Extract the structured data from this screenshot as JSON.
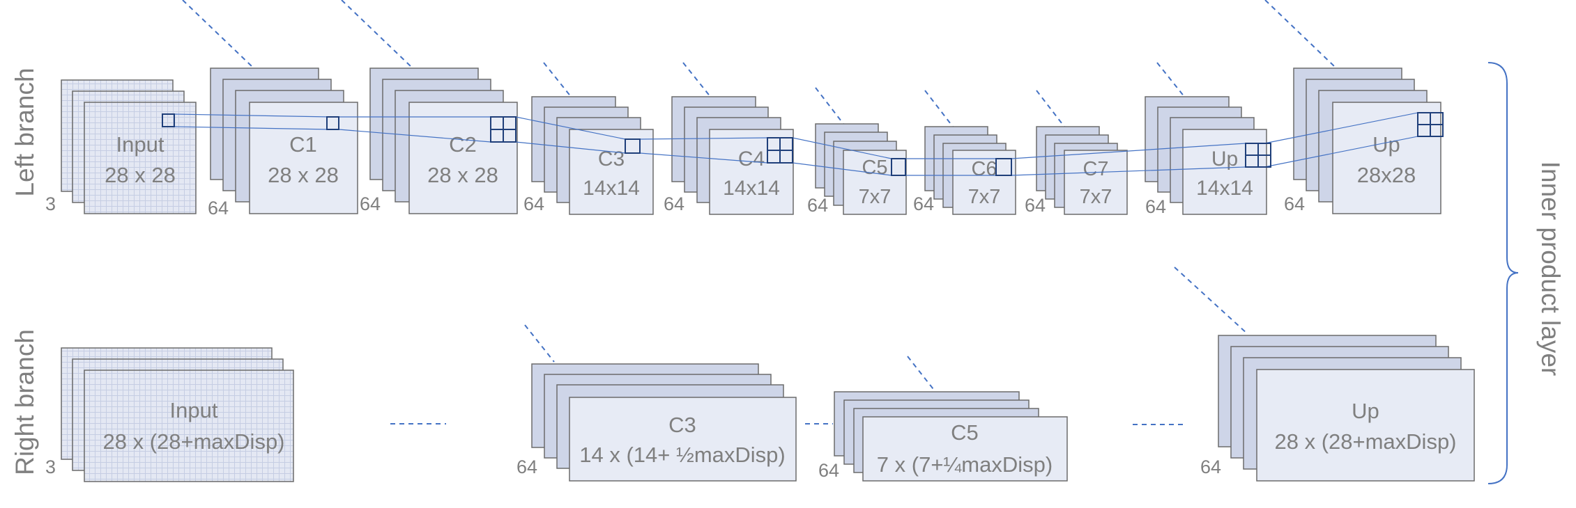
{
  "side_labels": {
    "left_branch": "Left branch",
    "right_branch": "Right branch",
    "inner_product": "Inner product layer"
  },
  "left_branch": {
    "blocks": [
      {
        "id": "input",
        "name": "Input",
        "size": "28 x 28",
        "channels": "3"
      },
      {
        "id": "c1",
        "name": "C1",
        "size": "28 x 28",
        "channels": "64"
      },
      {
        "id": "c2",
        "name": "C2",
        "size": "28 x 28",
        "channels": "64"
      },
      {
        "id": "c3",
        "name": "C3",
        "size": "14x14",
        "channels": "64"
      },
      {
        "id": "c4",
        "name": "C4",
        "size": "14x14",
        "channels": "64"
      },
      {
        "id": "c5",
        "name": "C5",
        "size": "7x7",
        "channels": "64"
      },
      {
        "id": "c6",
        "name": "C6",
        "size": "7x7",
        "channels": "64"
      },
      {
        "id": "c7",
        "name": "C7",
        "size": "7x7",
        "channels": "64"
      },
      {
        "id": "up1",
        "name": "Up",
        "size": "14x14",
        "channels": "64"
      },
      {
        "id": "up2",
        "name": "Up",
        "size": "28x28",
        "channels": "64"
      }
    ]
  },
  "right_branch": {
    "blocks": [
      {
        "id": "rinput",
        "name": "Input",
        "size": "28 x (28+maxDisp)",
        "channels": "3"
      },
      {
        "id": "rc3",
        "name": "C3",
        "size": "14 x (14+ ½maxDisp)",
        "channels": "64"
      },
      {
        "id": "rc5",
        "name": "C5",
        "size": "7 x (7+¼maxDisp)",
        "channels": "64"
      },
      {
        "id": "rup",
        "name": "Up",
        "size": "28 x (28+maxDisp)",
        "channels": "64"
      }
    ]
  },
  "colors": {
    "back_fill": "#ced5e8",
    "front_fill": "#e7ebf5",
    "input_grid": "#c5cde3",
    "stroke": "#6b6b6b",
    "connector": "#4472c4",
    "kernel": "#1f3f7a",
    "text": "#7f7f7f"
  }
}
